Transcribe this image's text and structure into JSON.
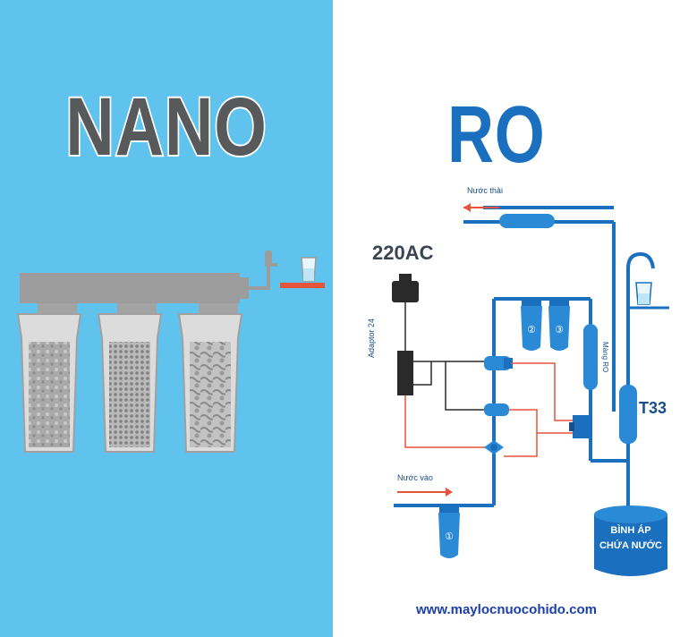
{
  "left": {
    "title": "NANO",
    "background": "#5fc3ee"
  },
  "right": {
    "title": "RO",
    "power_label": "220AC",
    "waste_label": "Nước thải",
    "inlet_label": "Nước vào",
    "adaptor_label": "Adaptor 24",
    "membrane_label": "Màng RO",
    "t33_label": "T33",
    "tank_line1": "BÌNH ÁP",
    "tank_line2": "CHỨA NƯỚC",
    "filter_numbers": [
      "①",
      "②",
      "③"
    ],
    "accent": "#1a6fbf"
  },
  "footer": {
    "website": "www.maylocnuocohido.com"
  }
}
